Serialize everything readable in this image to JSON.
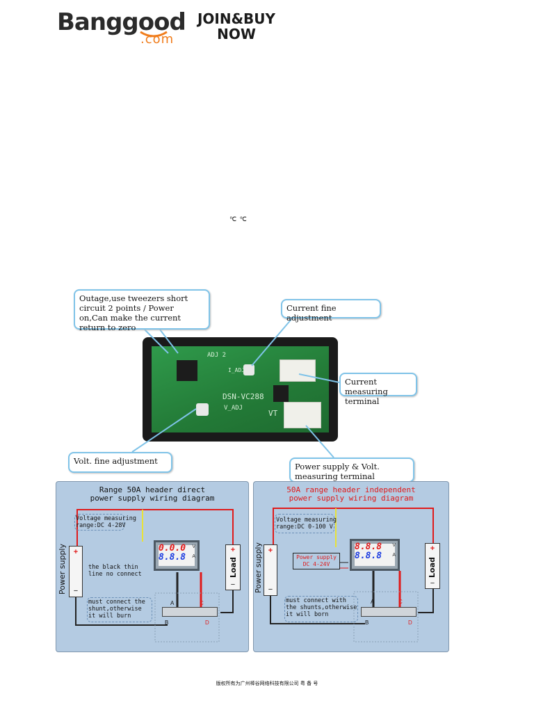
{
  "header": {
    "logo_main": "Banggood",
    "logo_sub": ".com",
    "join_line1": "JOIN&BUY",
    "join_line2": "NOW"
  },
  "degree_text": "℃ ℃",
  "photo": {
    "callout_outage": "Outage,use tweezers short circuit 2 points / Power on,Can make the current return to zero",
    "callout_current_fine": "Current fine adjustment",
    "callout_current_terminal": "Current measuring terminal",
    "callout_volt_fine": "Volt. fine adjustment",
    "callout_power_supply": "Power supply & Volt. measuring terminal",
    "board_model": "DSN-VC288",
    "board_vadj": "V_ADJ",
    "board_adj2": "ADJ 2",
    "board_iadj": "I_ADJ",
    "board_vt": "VT"
  },
  "diagram_left": {
    "title_line1": "Range 50A header direct",
    "title_line2": "power supply wiring diagram",
    "voltage_range": "Voltage measuring range:DC 4-28V",
    "black_line": "the black thin line no connect",
    "must_connect": "must connect the shunt,otherwise it will burn",
    "power_supply_label": "Power supply",
    "load_label": "Load",
    "display_top": "0.0.0",
    "display_bottom": "8.8.8",
    "unit_v": "V",
    "unit_a": "A",
    "plus": "+",
    "minus": "−",
    "letter_a": "A",
    "letter_b": "B",
    "letter_c": "C",
    "letter_d": "D"
  },
  "diagram_right": {
    "title_line1": "50A range header independent",
    "title_line2": "power supply wiring diagram",
    "voltage_range": "Voltage measuring range:DC 0-100 V",
    "power_supply_box": "Power supply DC 4-24V",
    "must_connect": "must connect with the shunts,otherwise it will born",
    "power_supply_label": "Power supply",
    "load_label": "Load",
    "display_top": "8.8.8",
    "display_bottom": "8.8.8",
    "unit_v": "V",
    "unit_a": "A",
    "plus": "+",
    "minus": "−",
    "letter_a": "A",
    "letter_b": "B",
    "letter_c": "C",
    "letter_d": "D"
  },
  "footer": {
    "text": "版权所有为广州棒谷网络科技有限公司 粤 备 号"
  },
  "colors": {
    "orange": "#f07c1b",
    "callout_border": "#7fc3e8",
    "panel_bg": "#b4cbe2",
    "red_wire": "#e01a1a",
    "yellow_wire": "#e8e23a"
  }
}
